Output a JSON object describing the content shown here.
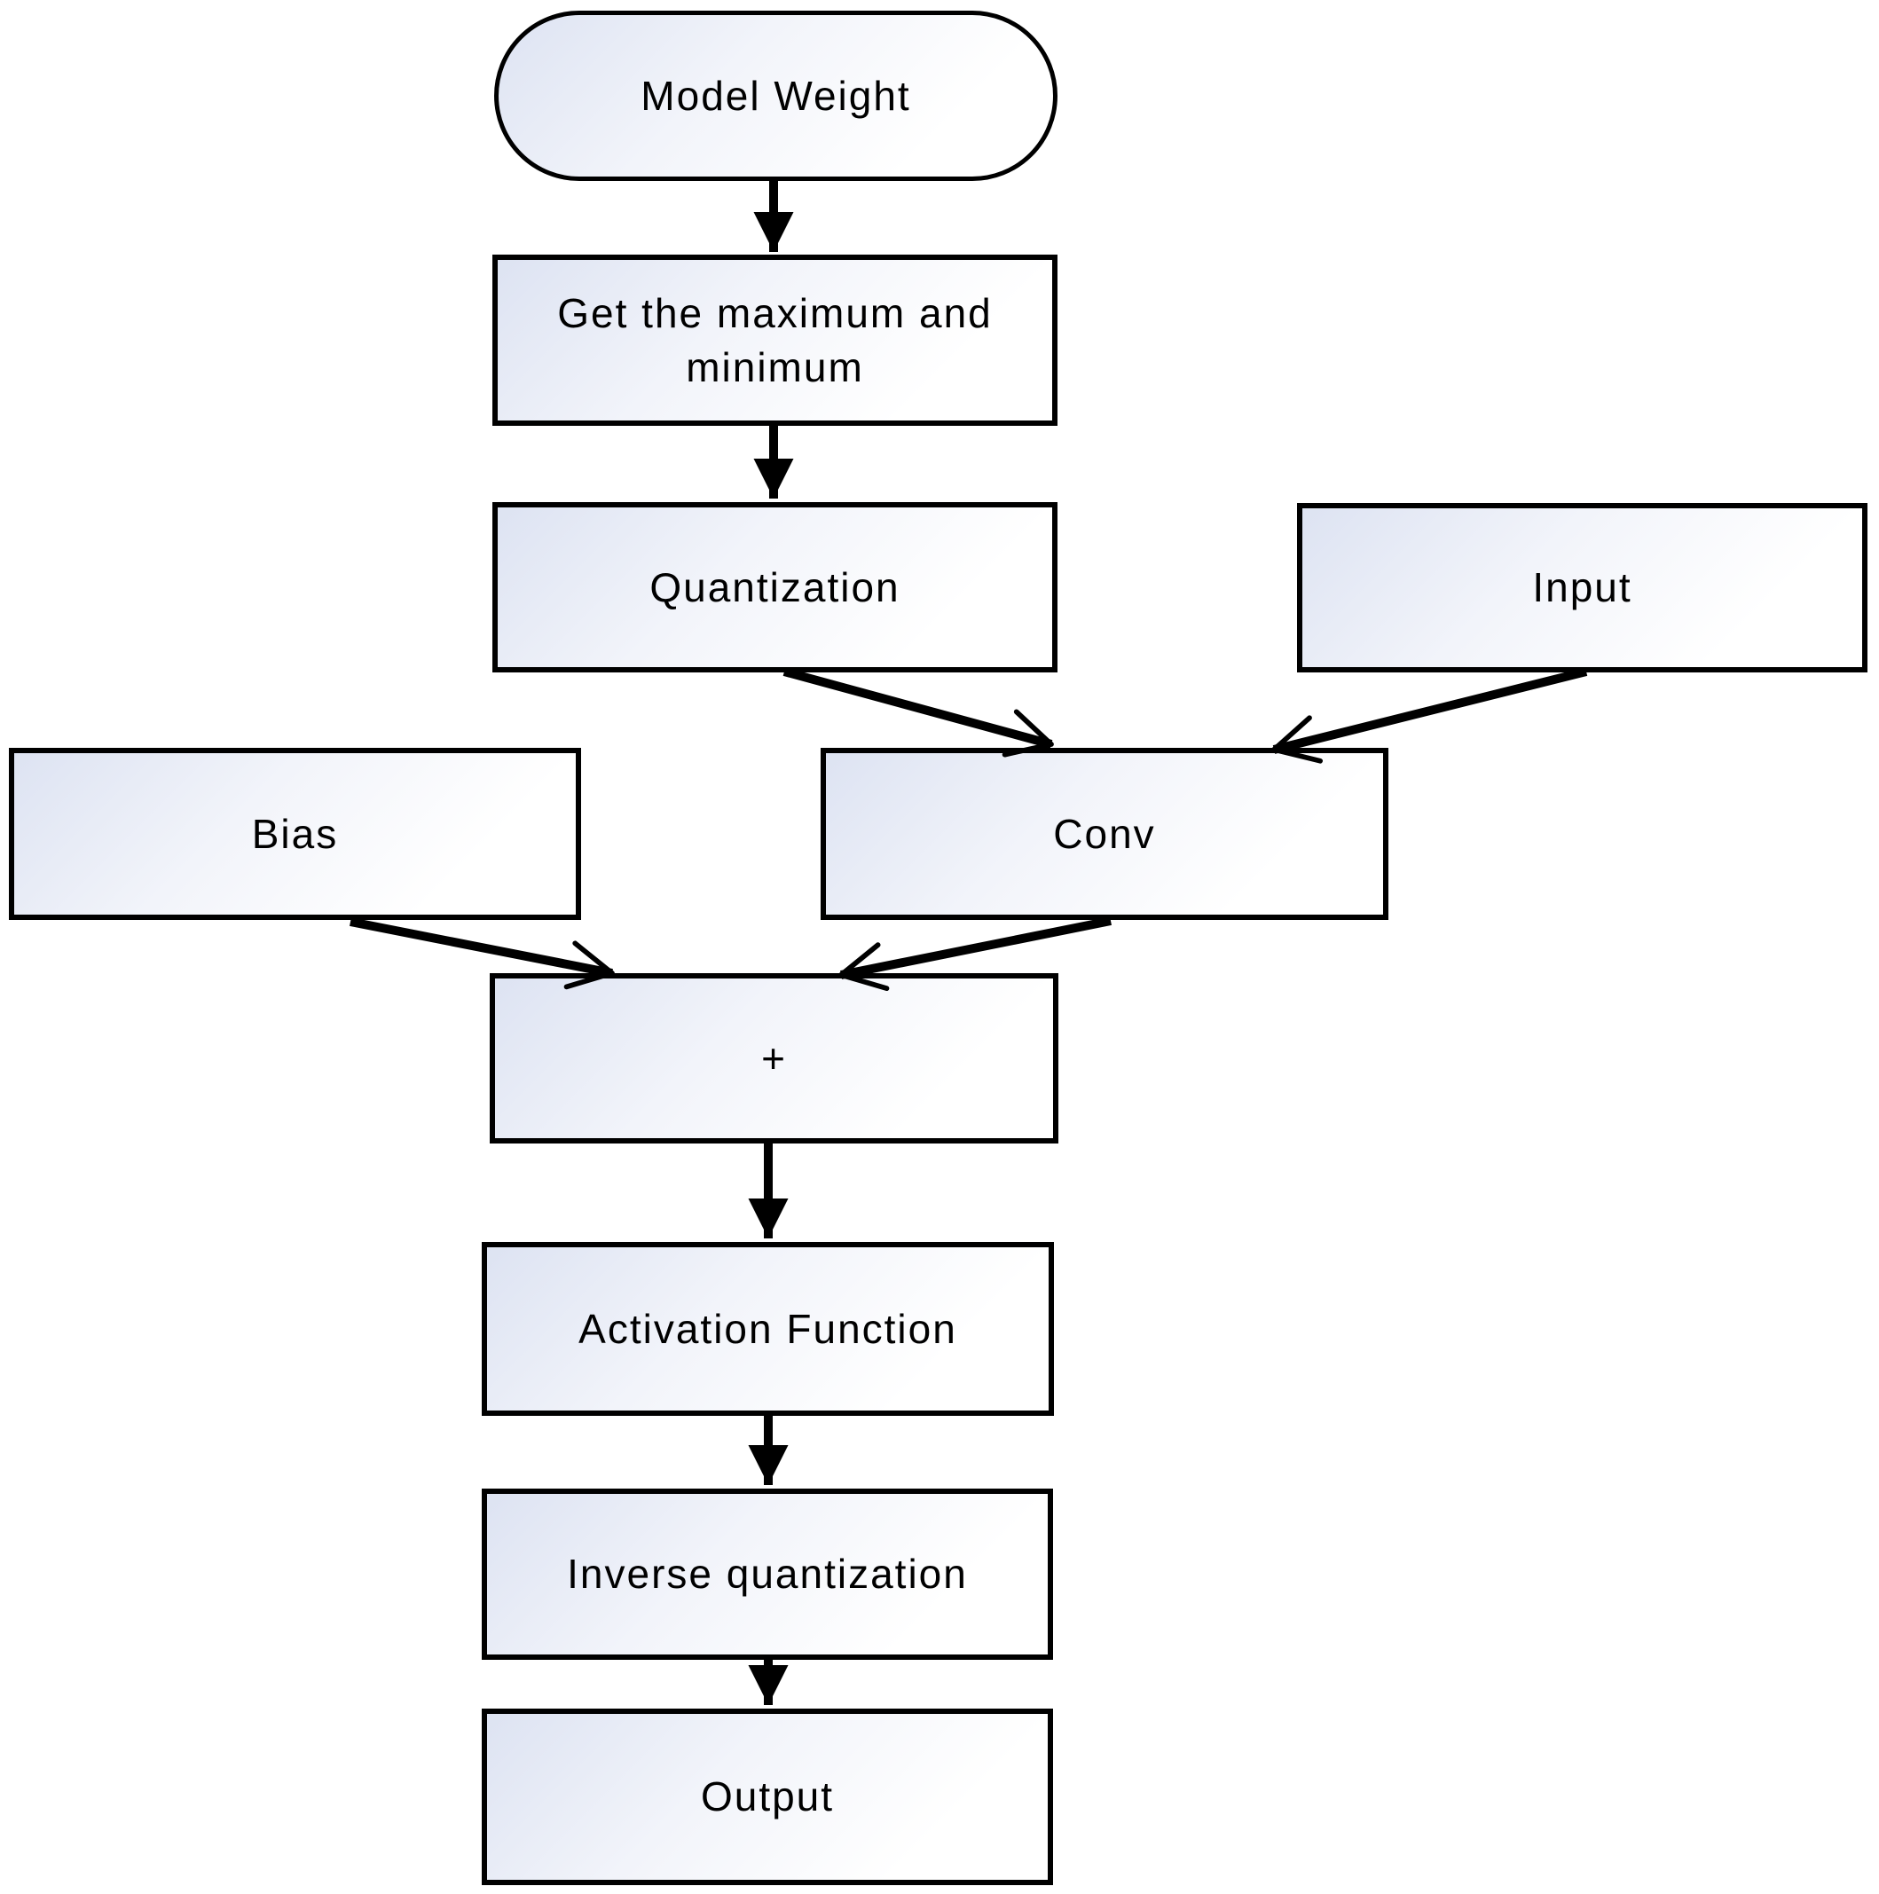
{
  "diagram": {
    "nodes": {
      "model_weight": {
        "label": "Model Weight",
        "shape": "stadium"
      },
      "get_max_min": {
        "label": "Get the maximum and minimum",
        "shape": "rect"
      },
      "quantization": {
        "label": "Quantization",
        "shape": "rect"
      },
      "input": {
        "label": "Input",
        "shape": "rect"
      },
      "bias": {
        "label": "Bias",
        "shape": "rect"
      },
      "conv": {
        "label": "Conv",
        "shape": "rect"
      },
      "sum": {
        "label": "+",
        "shape": "rect"
      },
      "activation": {
        "label": "Activation Function",
        "shape": "rect"
      },
      "inverse_quantization": {
        "label": "Inverse quantization",
        "shape": "rect"
      },
      "output": {
        "label": "Output",
        "shape": "rect"
      }
    },
    "edges": [
      {
        "from": "model_weight",
        "to": "get_max_min",
        "head": "solid-triangle"
      },
      {
        "from": "get_max_min",
        "to": "quantization",
        "head": "solid-triangle"
      },
      {
        "from": "quantization",
        "to": "conv",
        "head": "open-vee"
      },
      {
        "from": "input",
        "to": "conv",
        "head": "open-vee"
      },
      {
        "from": "bias",
        "to": "sum",
        "head": "open-vee"
      },
      {
        "from": "conv",
        "to": "sum",
        "head": "open-vee"
      },
      {
        "from": "sum",
        "to": "activation",
        "head": "solid-triangle"
      },
      {
        "from": "activation",
        "to": "inverse_quantization",
        "head": "solid-triangle"
      },
      {
        "from": "inverse_quantization",
        "to": "output",
        "head": "solid-triangle"
      }
    ],
    "colors": {
      "node_border": "#000000",
      "node_fill_start": "#dde3f2",
      "node_fill_end": "#ffffff",
      "arrow": "#000000",
      "text": "#000000",
      "background": "#ffffff"
    }
  }
}
